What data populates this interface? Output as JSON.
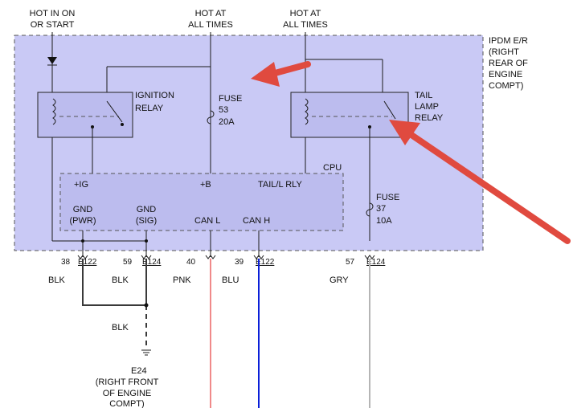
{
  "colors": {
    "module_fill": "#c9c9f5",
    "relay_fill": "#bcbcee",
    "cpu_fill": "#bcbcee",
    "arrow_red": "#e04a3f",
    "wire_pink": "#f08a8a",
    "wire_blue": "#0a1fd8",
    "wire_black": "#3a3a3a",
    "wire_gray": "#b5b5b5"
  },
  "power": {
    "ignition_source": [
      "HOT IN ON",
      "OR START"
    ],
    "hot_at_all_times_1": [
      "HOT AT",
      "ALL TIMES"
    ],
    "hot_at_all_times_2": [
      "HOT AT",
      "ALL TIMES"
    ]
  },
  "module": {
    "name_lines": [
      "IPDM E/R",
      "(RIGHT",
      "REAR OF",
      "ENGINE",
      "COMPT)"
    ]
  },
  "relays": {
    "ignition": [
      "IGNITION",
      "RELAY"
    ],
    "tail_lamp": [
      "TAIL",
      "LAMP",
      "RELAY"
    ]
  },
  "fuses": {
    "fuse53": [
      "FUSE",
      "53",
      "20A"
    ],
    "fuse37": [
      "FUSE",
      "37",
      "10A"
    ]
  },
  "cpu": {
    "label": "CPU",
    "pin_ig": "+IG",
    "pin_b": "+B",
    "pin_tail": "TAIL/L RLY",
    "gnd_pwr": [
      "GND",
      "(PWR)"
    ],
    "gnd_sig": [
      "GND",
      "(SIG)"
    ],
    "can_l": "CAN L",
    "can_h": "CAN H"
  },
  "connectors": {
    "c38": {
      "pin": "38",
      "name": "E122"
    },
    "c59": {
      "pin": "59",
      "name": "E124"
    },
    "c40": {
      "pin": "40"
    },
    "c39": {
      "pin": "39",
      "name": "E122"
    },
    "c57": {
      "pin": "57",
      "name": "E124"
    }
  },
  "wire_colors": {
    "blk1": "BLK",
    "blk2": "BLK",
    "pnk": "PNK",
    "blu": "BLU",
    "gry": "GRY",
    "blk3": "BLK"
  },
  "ground": {
    "name": "E24",
    "location": [
      "(RIGHT FRONT",
      "OF ENGINE",
      "COMPT)"
    ]
  }
}
